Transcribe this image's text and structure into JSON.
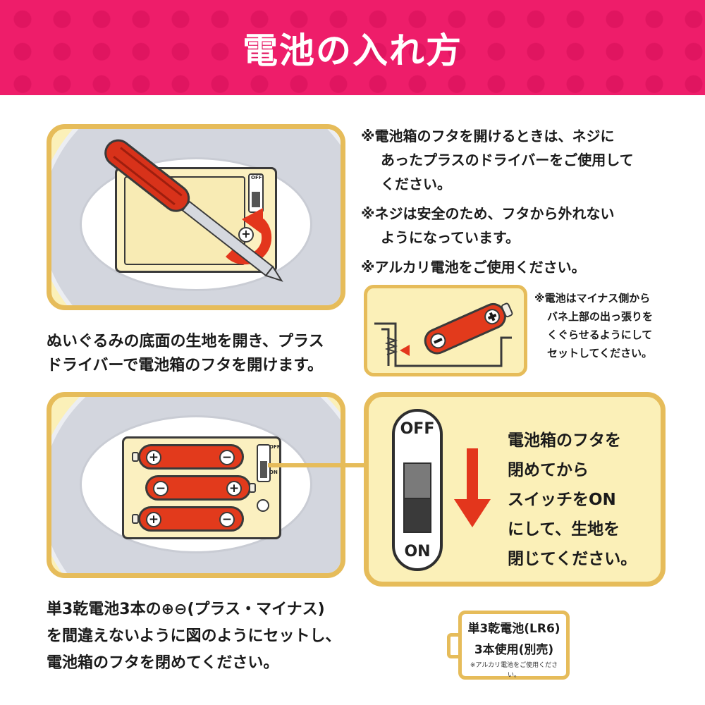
{
  "header": {
    "title": "電池の入れ方"
  },
  "step1": {
    "switch_off": "OFF",
    "text_line1": "ぬいぐるみの底面の生地を開き、プラス",
    "text_line2": "ドライバーで電池箱のフタを開けます。"
  },
  "notes": {
    "line1": "※電池箱のフタを開けるときは、ネジに",
    "line2": "あったプラスのドライバーをご使用して",
    "line3": "ください。",
    "line4": "※ネジは安全のため、フタから外れない",
    "line5": "ようになっています。",
    "line6": "※アルカリ電池をご使用ください。"
  },
  "battery_insert_note": {
    "line1": "※電池はマイナス側から",
    "line2": "バネ上部の出っ張りを",
    "line3": "くぐらせるようにして",
    "line4": "セットしてください。"
  },
  "step2": {
    "switch_off": "OFF",
    "switch_on": "ON",
    "text_line1": "単3乾電池3本の⊕⊖(プラス・マイナス)",
    "text_line2": "を間違えないように図のようにセットし、",
    "text_line3": "電池箱のフタを閉めてください。"
  },
  "switch_panel": {
    "off_label": "OFF",
    "on_label": "ON",
    "line1": "電池箱のフタを",
    "line2": "閉めてから",
    "line3": "スイッチをON",
    "line4": "にして、生地を",
    "line5": "閉じてください。"
  },
  "spec_badge": {
    "line1": "単3乾電池(LR6)",
    "line2": "3本使用(別売)",
    "line3": "※アルカリ電池をご使用ください。"
  },
  "colors": {
    "header_pink": "#ee1d6a",
    "panel_yellow": "#fbf0b8",
    "panel_border": "#e6bc5a",
    "battery_red": "#e23a1c",
    "arrow_red": "#e3361c"
  }
}
